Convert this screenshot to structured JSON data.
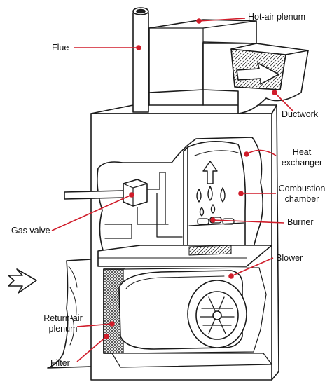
{
  "diagram": {
    "labels": {
      "hot_air_plenum": "Hot-air plenum",
      "flue": "Flue",
      "ductwork": "Ductwork",
      "heat_exchanger_l1": "Heat",
      "heat_exchanger_l2": "exchanger",
      "combustion_chamber_l1": "Combustion",
      "combustion_chamber_l2": "chamber",
      "burner": "Burner",
      "gas_valve": "Gas valve",
      "blower": "Blower",
      "return_air_plenum_l1": "Return-air",
      "return_air_plenum_l2": "plenum",
      "filter": "Filter"
    },
    "leader_color": "#d01c2a",
    "line_color": "#1a1a1a"
  }
}
